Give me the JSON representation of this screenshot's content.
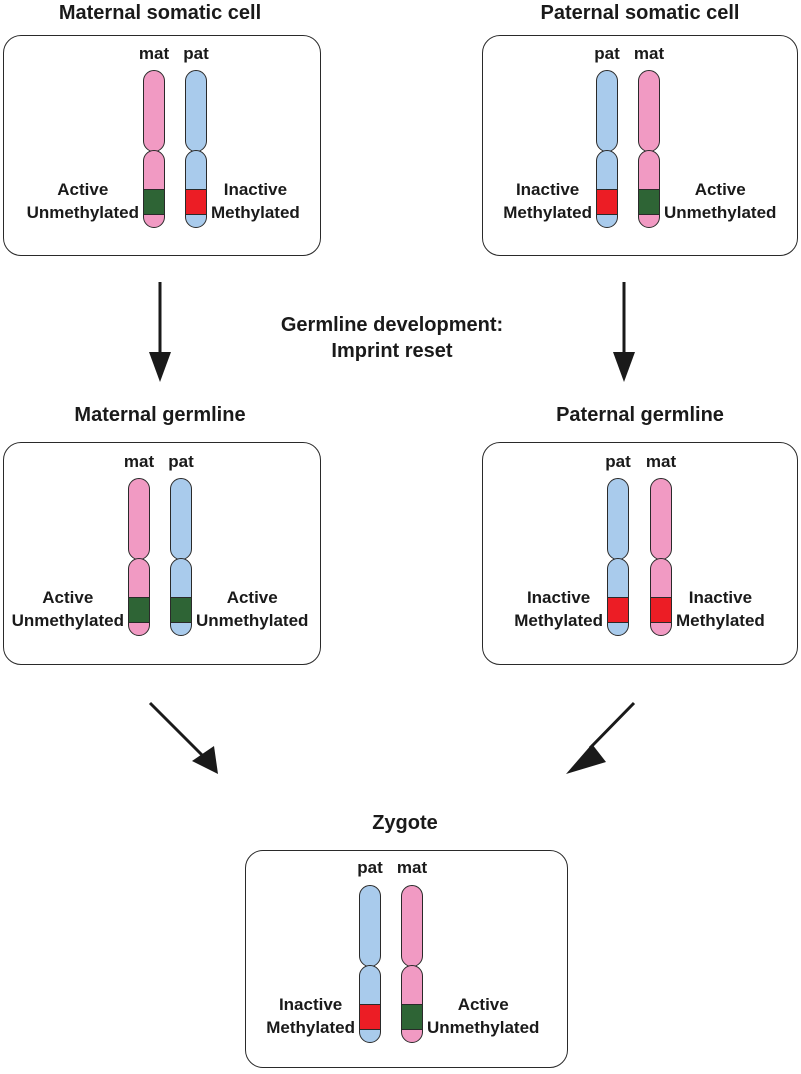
{
  "colors": {
    "maternal": "#f19ac3",
    "paternal": "#a9cbec",
    "active": "#2e6435",
    "inactive": "#ec1d25",
    "outline": "#2a2a2a"
  },
  "panels": [
    {
      "id": "maternal-somatic",
      "title": "Maternal somatic cell",
      "chromosomes": [
        {
          "label": "mat",
          "parent": "maternal",
          "state": "active"
        },
        {
          "label": "pat",
          "parent": "paternal",
          "state": "inactive"
        }
      ],
      "left_state": [
        "Active",
        "Unmethylated"
      ],
      "right_state": [
        "Inactive",
        "Methylated"
      ]
    },
    {
      "id": "paternal-somatic",
      "title": "Paternal somatic cell",
      "chromosomes": [
        {
          "label": "pat",
          "parent": "paternal",
          "state": "inactive"
        },
        {
          "label": "mat",
          "parent": "maternal",
          "state": "active"
        }
      ],
      "left_state": [
        "Inactive",
        "Methylated"
      ],
      "right_state": [
        "Active",
        "Unmethylated"
      ]
    },
    {
      "id": "maternal-germline",
      "title": "Maternal germline",
      "chromosomes": [
        {
          "label": "mat",
          "parent": "maternal",
          "state": "active"
        },
        {
          "label": "pat",
          "parent": "paternal",
          "state": "active"
        }
      ],
      "left_state": [
        "Active",
        "Unmethylated"
      ],
      "right_state": [
        "Active",
        "Unmethylated"
      ]
    },
    {
      "id": "paternal-germline",
      "title": "Paternal germline",
      "chromosomes": [
        {
          "label": "pat",
          "parent": "paternal",
          "state": "inactive"
        },
        {
          "label": "mat",
          "parent": "maternal",
          "state": "inactive"
        }
      ],
      "left_state": [
        "Inactive",
        "Methylated"
      ],
      "right_state": [
        "Inactive",
        "Methylated"
      ]
    },
    {
      "id": "zygote",
      "title": "Zygote",
      "chromosomes": [
        {
          "label": "pat",
          "parent": "paternal",
          "state": "inactive"
        },
        {
          "label": "mat",
          "parent": "maternal",
          "state": "active"
        }
      ],
      "left_state": [
        "Inactive",
        "Methylated"
      ],
      "right_state": [
        "Active",
        "Unmethylated"
      ]
    }
  ],
  "center_caption": [
    "Germline development:",
    "Imprint reset"
  ]
}
